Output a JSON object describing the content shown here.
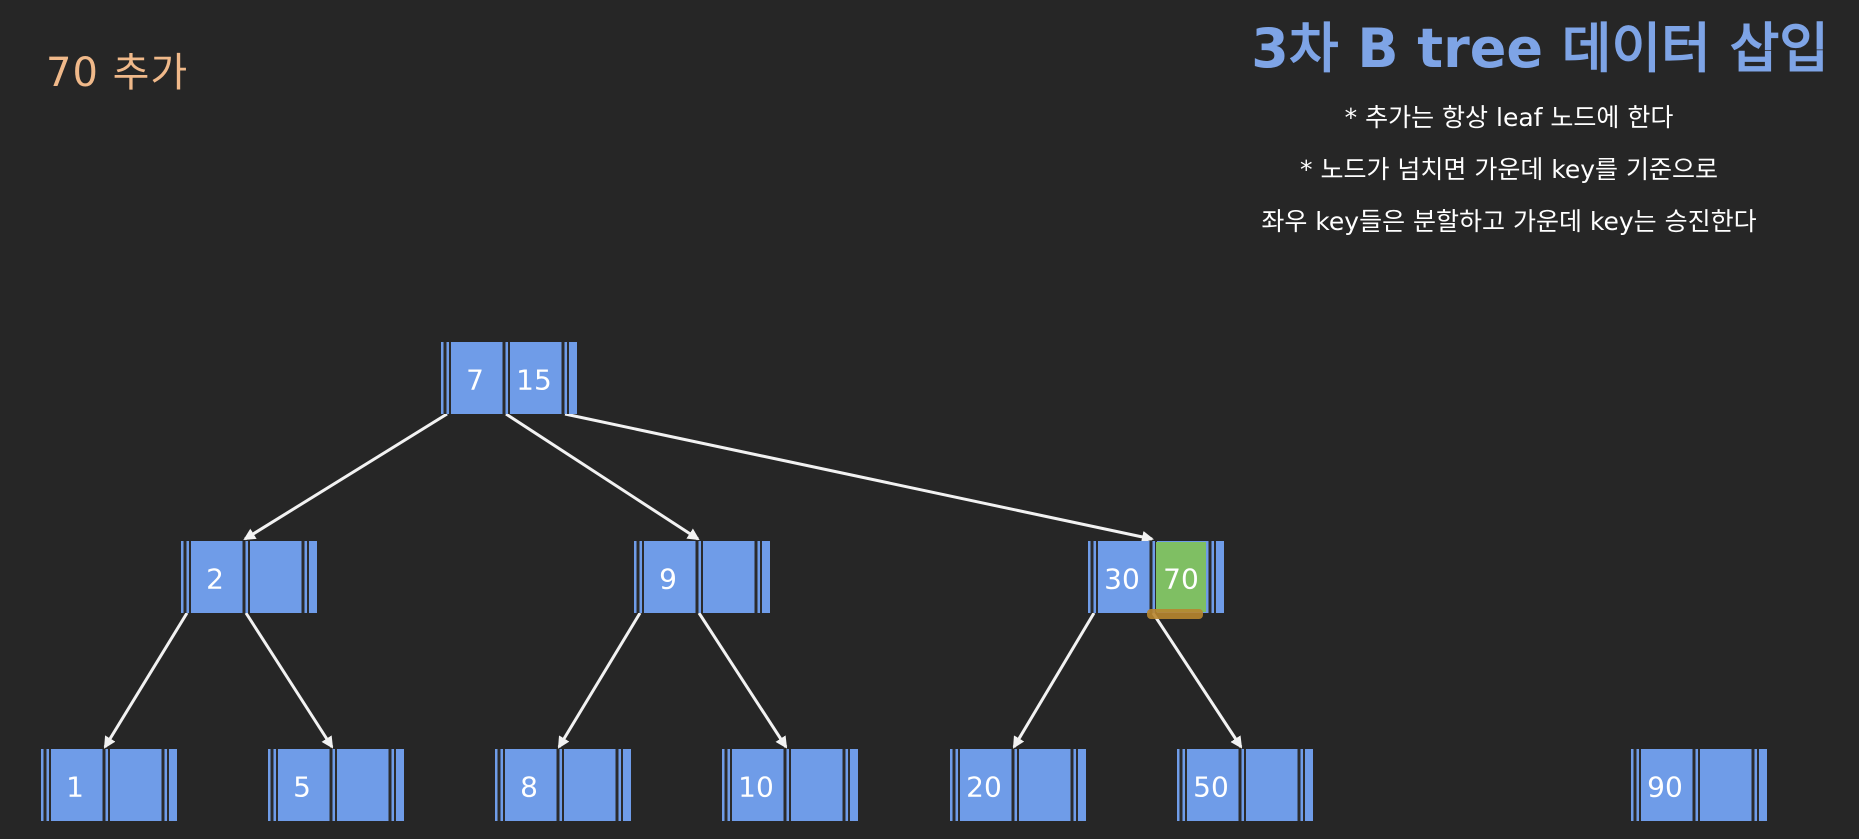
{
  "caption": "70 추가",
  "title": "3차 B tree 데이터 삽입",
  "notes": {
    "line1": "* 추가는 항상 leaf 노드에 한다",
    "line2": "* 노드가 넘치면 가운데 key를 기준으로",
    "line3": "좌우 key들은 분할하고 가운데 key는 승진한다"
  },
  "colors": {
    "node": "#6f9ce8",
    "node_border": "#2b2b2b",
    "highlight": "#7fbf63",
    "highlight_underline": "#b8862f",
    "edge": "#f2f2f2",
    "caption": "#f0b98a",
    "title": "#7ea4e6"
  },
  "tree": {
    "root": {
      "id": "root",
      "keys": [
        "7",
        "15"
      ]
    },
    "level1": [
      {
        "id": "n2",
        "keys": [
          "2",
          ""
        ]
      },
      {
        "id": "n9",
        "keys": [
          "9",
          ""
        ]
      },
      {
        "id": "n30",
        "keys": [
          "30",
          "70"
        ],
        "highlight_key": 1
      }
    ],
    "leaves": [
      {
        "id": "l1",
        "keys": [
          "1",
          ""
        ]
      },
      {
        "id": "l5",
        "keys": [
          "5",
          ""
        ]
      },
      {
        "id": "l8",
        "keys": [
          "8",
          ""
        ]
      },
      {
        "id": "l10",
        "keys": [
          "10",
          ""
        ]
      },
      {
        "id": "l20",
        "keys": [
          "20",
          ""
        ]
      },
      {
        "id": "l50",
        "keys": [
          "50",
          ""
        ]
      },
      {
        "id": "l90",
        "keys": [
          "90",
          ""
        ]
      }
    ],
    "edges": [
      [
        "root",
        0,
        "n2"
      ],
      [
        "root",
        1,
        "n9"
      ],
      [
        "root",
        2,
        "n30"
      ],
      [
        "n2",
        0,
        "l1"
      ],
      [
        "n2",
        1,
        "l5"
      ],
      [
        "n9",
        0,
        "l8"
      ],
      [
        "n9",
        1,
        "l10"
      ],
      [
        "n30",
        0,
        "l20"
      ],
      [
        "n30",
        1,
        "l50"
      ]
    ]
  }
}
